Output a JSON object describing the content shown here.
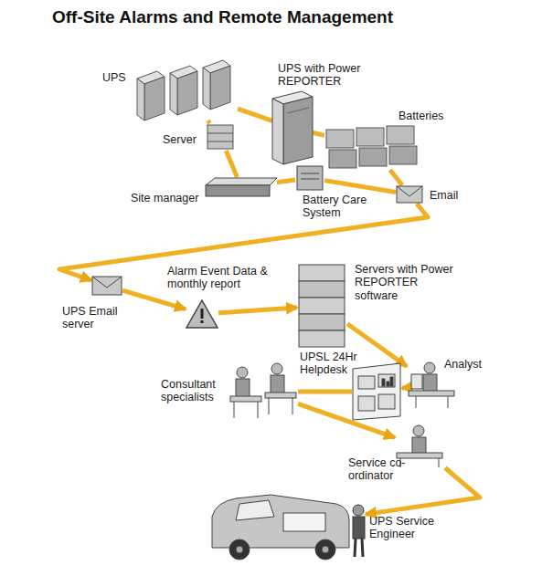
{
  "diagram": {
    "title": "Off-Site Alarms and Remote Management",
    "nodes": [
      {
        "text": [
          "UPS"
        ]
      },
      {
        "text": [
          "UPS with Power REPORTER"
        ]
      },
      {
        "text": [
          "Batteries"
        ]
      },
      {
        "text": [
          "Server"
        ]
      },
      {
        "text": [
          "Site manager"
        ]
      },
      {
        "text": [
          "Battery Care System"
        ]
      },
      {
        "text": [
          "Email"
        ]
      },
      {
        "text": [
          "UPS Email server"
        ]
      },
      {
        "text": [
          "Alarm Event Data & monthly report"
        ]
      },
      {
        "text": [
          "Servers with Power REPORTER software"
        ]
      },
      {
        "text": [
          "Analyst"
        ]
      },
      {
        "text": [
          "UPSL 24Hr Helpdesk"
        ]
      },
      {
        "text": [
          "Consultant specialists"
        ]
      },
      {
        "text": [
          "Service co-ordinator"
        ]
      },
      {
        "text": [
          "UPS Service Engineer"
        ]
      }
    ],
    "edges": [
      {
        "from": 0,
        "to": 1,
        "arrow": "none"
      },
      {
        "from": 1,
        "to": 2,
        "arrow": "none"
      },
      {
        "from": 0,
        "to": 3,
        "arrow": "none"
      },
      {
        "from": 3,
        "to": 4,
        "arrow": "none"
      },
      {
        "from": 4,
        "to": 5,
        "arrow": "none"
      },
      {
        "from": 5,
        "to": 6,
        "arrow": "none"
      },
      {
        "from": 2,
        "to": 6,
        "arrow": "none"
      },
      {
        "from": 6,
        "to": 7,
        "arrow": "to"
      },
      {
        "from": 7,
        "to": 8,
        "arrow": "to"
      },
      {
        "from": 8,
        "to": 9,
        "arrow": "to"
      },
      {
        "from": 9,
        "to": 10,
        "arrow": "to"
      },
      {
        "from": 10,
        "to": 11,
        "arrow": "to"
      },
      {
        "from": 11,
        "to": 12,
        "arrow": "none"
      },
      {
        "from": 12,
        "to": 13,
        "arrow": "to"
      },
      {
        "from": 13,
        "to": 14,
        "arrow": "to"
      }
    ]
  }
}
